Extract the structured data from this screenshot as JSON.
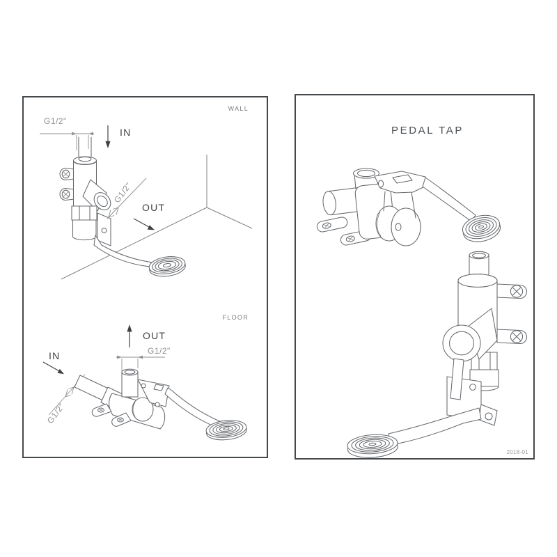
{
  "sheet": {
    "background": "#ffffff",
    "line_color": "#66696d",
    "dimension_color": "#8d9290",
    "text_dark": "#3e4144",
    "text_gray": "#787d7b"
  },
  "panels": {
    "wall": {
      "label": "WALL",
      "inlet_dim": "G1/2\"",
      "outlet_dim": "G1/2\"",
      "in": "IN",
      "out": "OUT"
    },
    "floor": {
      "label": "FLOOR",
      "inlet_dim": "G1/2\"",
      "outlet_dim": "G1/2\"",
      "in": "IN",
      "out": "OUT"
    },
    "product": {
      "title": "PEDAL TAP",
      "doc_code": "2018-01"
    }
  }
}
